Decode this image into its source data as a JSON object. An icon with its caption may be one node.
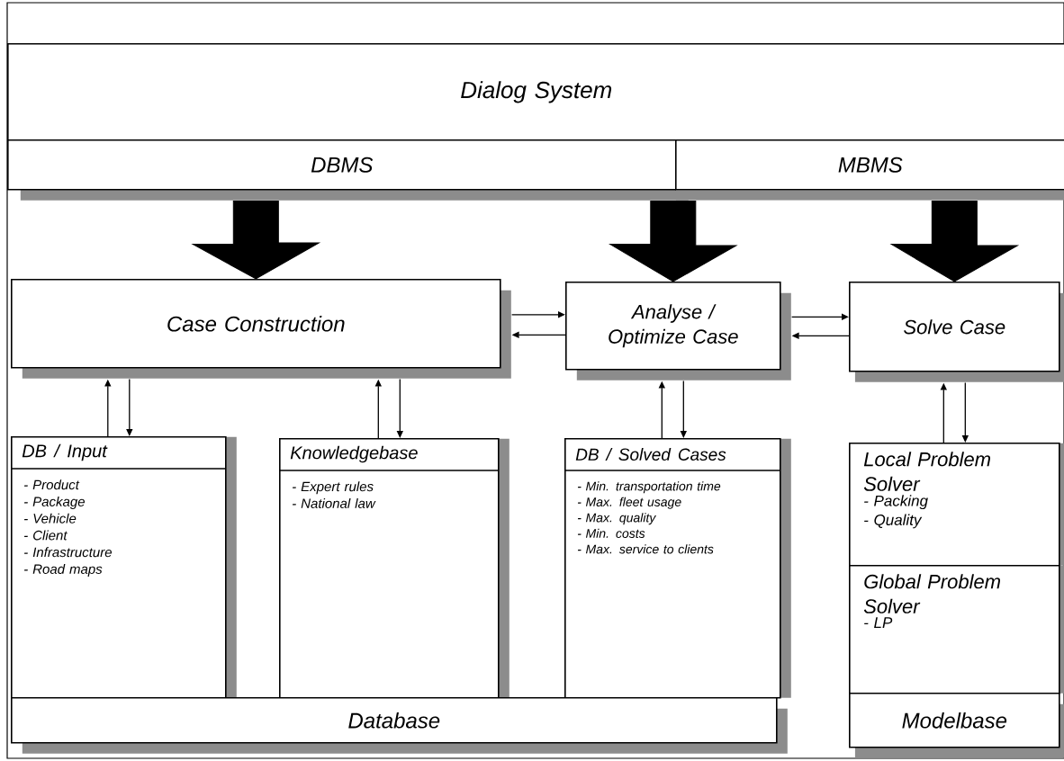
{
  "diagram": {
    "nodes": [
      {
        "text": [
          "Dialog System"
        ]
      },
      {
        "text": [
          "DBMS"
        ]
      },
      {
        "text": [
          "MBMS"
        ]
      },
      {
        "text": [
          "Case Construction"
        ]
      },
      {
        "text": [
          "Analyse / Optimize Case"
        ]
      },
      {
        "text": [
          "Solve Case"
        ]
      },
      {
        "text": [
          "DB / Input",
          "- Product",
          "- Package",
          "- Vehicle",
          "- Client",
          "- Infrastructure",
          "- Road maps"
        ]
      },
      {
        "text": [
          "Knowledgebase",
          "- Expert rules",
          "- National law"
        ]
      },
      {
        "text": [
          "DB / Solved Cases",
          "- Min. transportation time",
          "- Max. fleet usage",
          "- Max. quality",
          "- Min. costs",
          "- Max. service to clients"
        ]
      },
      {
        "text": [
          "Database"
        ]
      },
      {
        "text": [
          "Local Problem Solver",
          "- Packing",
          "- Quality"
        ]
      },
      {
        "text": [
          "Global Problem Solver",
          "- LP"
        ]
      },
      {
        "text": [
          "Modelbase"
        ]
      }
    ],
    "edges": [
      {
        "from": 1,
        "to": 3,
        "arrow": "to",
        "style": "thick"
      },
      {
        "from": 1,
        "to": 4,
        "arrow": "to",
        "style": "thick"
      },
      {
        "from": 2,
        "to": 5,
        "arrow": "to",
        "style": "thick"
      },
      {
        "from": 3,
        "to": 4,
        "arrow": "to"
      },
      {
        "from": 4,
        "to": 3,
        "arrow": "to"
      },
      {
        "from": 4,
        "to": 5,
        "arrow": "to"
      },
      {
        "from": 5,
        "to": 4,
        "arrow": "to"
      },
      {
        "from": 6,
        "to": 3,
        "arrow": "to"
      },
      {
        "from": 3,
        "to": 6,
        "arrow": "to"
      },
      {
        "from": 7,
        "to": 3,
        "arrow": "to"
      },
      {
        "from": 3,
        "to": 7,
        "arrow": "to"
      },
      {
        "from": 8,
        "to": 4,
        "arrow": "to"
      },
      {
        "from": 4,
        "to": 8,
        "arrow": "to"
      },
      {
        "from": 10,
        "to": 5,
        "arrow": "to"
      },
      {
        "from": 5,
        "to": 10,
        "arrow": "to"
      }
    ]
  }
}
